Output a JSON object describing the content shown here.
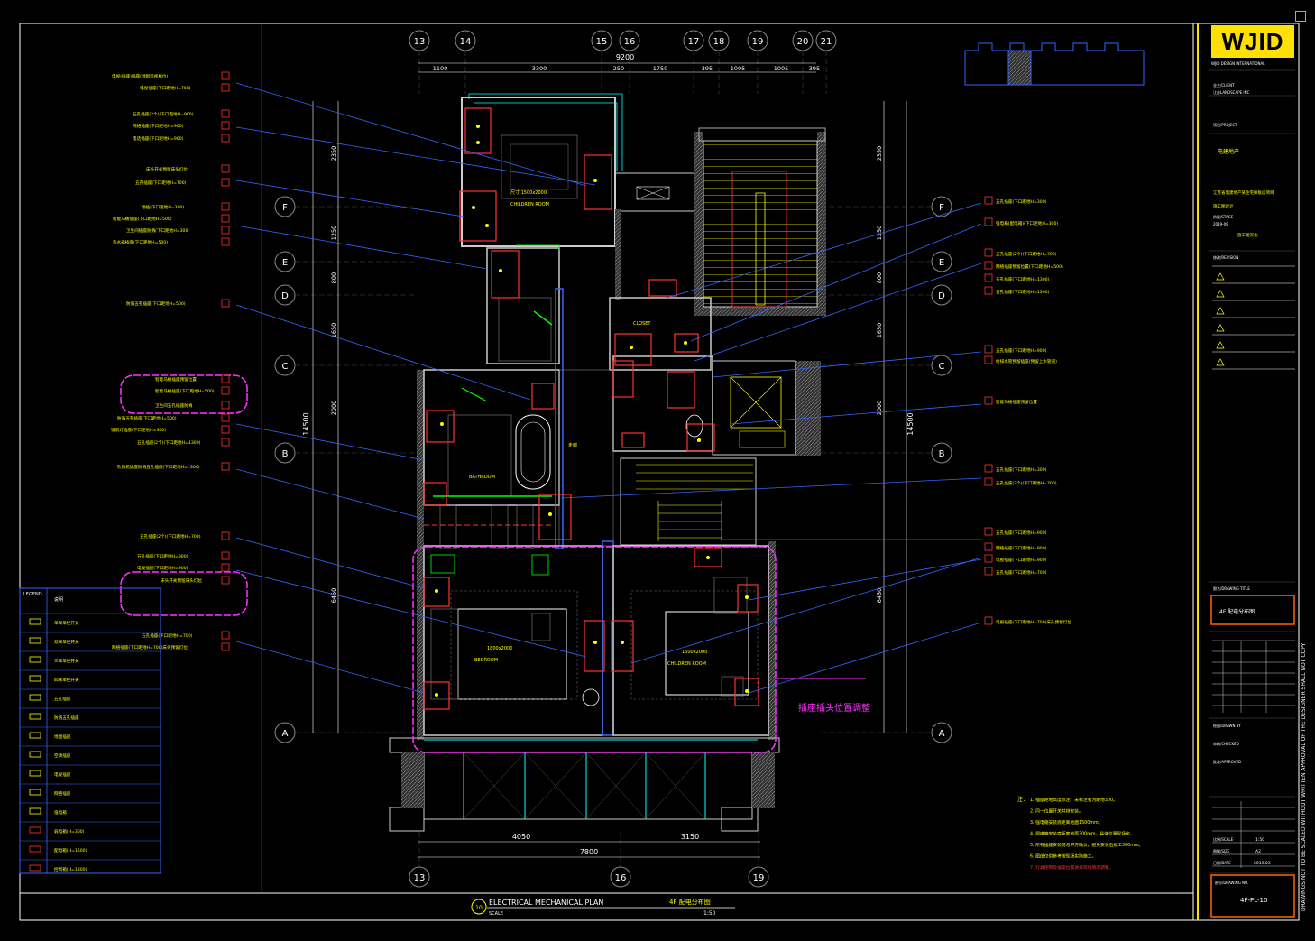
{
  "logo": {
    "text": "WJID"
  },
  "grid_top": [
    "13",
    "14",
    "15",
    "16",
    "17",
    "18",
    "19",
    "20",
    "21"
  ],
  "grid_bottom": [
    "13",
    "16",
    "19"
  ],
  "grid_rows": [
    "F",
    "E",
    "D",
    "C",
    "B",
    "A"
  ],
  "dims_top": {
    "overall": "9200",
    "parts": [
      "1100",
      "3300",
      "250",
      "1750",
      "395",
      "1005",
      "1005",
      "395"
    ]
  },
  "dims_bottom": {
    "overall": "7800",
    "parts": [
      "4050",
      "3150"
    ]
  },
  "dims_left": {
    "overall": "14500",
    "parts": [
      "2350",
      "1250",
      "800",
      "1650",
      "2000",
      "6450"
    ]
  },
  "dims_right": {
    "overall": "14500",
    "parts": [
      "2350",
      "1250",
      "800",
      "1650",
      "2000",
      "6450"
    ]
  },
  "rooms": {
    "children_room_top": "CHILDREN ROOM",
    "children_room_top_size": "尺寸 1500x2000",
    "closet": "CLOSET",
    "bathroom": "BATHROOM",
    "bedroom": "BEDROOM",
    "bedroom_size": "1800x2000",
    "children_room_bottom": "CHILDREN ROOM",
    "children_room_bottom_size": "1500x2000",
    "corridor": "走廊"
  },
  "change_note": "插座插头位置调整",
  "notes": {
    "heading": "注：",
    "items": [
      "1. 插座距地高度标注，未标注者为距地300。",
      "2. 同一位置开关并排安装。",
      "3. 强电箱安装底距离地面1500mm。",
      "4. 弱电箱安装底距离地面300mm，具体位置现场定。",
      "5. 所有插座安装前与甲方确认，避免安装后返工300mm。",
      "6. 图纸仅供参考按现场实际施工。",
      "7. 灯具控制及插座位置请按现场情况调整。"
    ]
  },
  "legend": {
    "title": "LEGEND",
    "header_right": "说明",
    "rows": [
      "单联单控开关",
      "双联单控开关",
      "三联单控开关",
      "四联单控开关",
      "五孔插座",
      "防溅五孔插座",
      "地面插座",
      "空调插座",
      "电视插座",
      "网络插座",
      "强电箱",
      "弱电箱(H=300)",
      "配电箱(H=1500)",
      "控制箱(H=1800)"
    ]
  },
  "left_callouts": [
    "电视(插座)插座(预留电视机位)",
    "电视插座(下口距地H=700)",
    "五孔插座(2个)(下口距地H=900)",
    "网络插座(下口距地H=900)",
    "电话插座(下口距地H=900)",
    "床头开关预留床头灯位",
    "五孔插座(下口距地H=700)",
    "地插(下口距地H=300)",
    "智能马桶插座(下口距地H=500)",
    "卫生间插座防溅(下口距地H=300)",
    "热水器插座(下口距地H=500)",
    "防溅五孔插座(下口距地H=500)",
    "智能马桶插座预留位置",
    "智能马桶插座(下口距地H=500)",
    "卫生间五孔插座防溅",
    "防溅五孔插座(下口距地H=500)",
    "镜前灯插座(下口距地H=300)",
    "五孔插座(2个)(下口距地H=1300)",
    "吹风机插座防溅五孔插座(下口距地H=1300)",
    "五孔插座(2个)(下口距地H=700)",
    "五孔插座(下口距地H=900)",
    "电视插座(下口距地H=900)",
    "床头开关预留床头灯位",
    "五孔插座(下口距地H=700)",
    "网络插座(下口距地H=700)床头预留灯位"
  ],
  "right_callouts": [
    "五孔插座(下口距地H=300)",
    "强电箱(配电箱)(下口距地H=300)",
    "五孔插座(2个)(下口距地H=700)",
    "网络插座预留位置(下口距地H=500)",
    "五孔插座(下口距地H=1300)",
    "五孔插座(下口距地H=1300)",
    "五孔插座(下口距地H=900)",
    "给排水管预留插座(预留上水管道)",
    "智能马桶插座预留位置",
    "五孔插座(下口距地H=300)",
    "五孔插座(2个)(下口距地H=700)",
    "五孔插座(下口距地H=900)",
    "网络插座(下口距地H=900)",
    "电视插座(下口距地H=900)",
    "五孔插座(下口距地H=700)",
    "电视插座(下口距地H=700)床头预留灯位"
  ],
  "title_bar": {
    "number": "10",
    "title": "ELECTRICAL MECHANICAL  PLAN",
    "scale_label": "SCALE",
    "title_cn": "4F 配电分布图",
    "scale": "1:50"
  },
  "title_block": {
    "company": "WJID DESIGN INTERNATIONAL",
    "client_label": "业主/CLIENT",
    "client": "江苏LANDSCAPE INC",
    "project_label": "项目/PROJECT",
    "project": "电建地产",
    "project_detail": "江苏省电建地产某住宅样板房项目",
    "phase": "施工图设计",
    "stage_label": "阶段/STAGE",
    "stage": "2019-09",
    "stage_value": "施工图深化",
    "rev_label": "修改/REVISION",
    "drawing_title_label": "图名/DRAWING TITLE",
    "drawing_title": "4F 配电分布图",
    "drawn_label": "绘图/DRAWN BY",
    "checked_label": "审核/CHECKED",
    "approved_label": "批准/APPROVED",
    "scale_label": "比例/SCALE",
    "scale": "1:50",
    "size_label": "图幅/SIZE",
    "size": "A2",
    "date_label": "日期/DATE",
    "date": "2019.03",
    "drawing_no_label": "图号/DRAWING NO.",
    "drawing_no": "4F-PL-10",
    "vertical_note": "DRAWINGS NOT TO BE SCALED WITHOUT WRITTEN APPROVAL OF THE DESIGNER SHALL NOT COPY"
  },
  "colors": {
    "background": "#000000",
    "frame": "#ffffff",
    "text": "#ffff00",
    "leader": "#3366ff",
    "revision_cloud": "#ff33ff",
    "equipment": "#ff3333",
    "window": "#00ffff",
    "wall_hatch": "#666666",
    "logo_bg": "#ffe000"
  }
}
